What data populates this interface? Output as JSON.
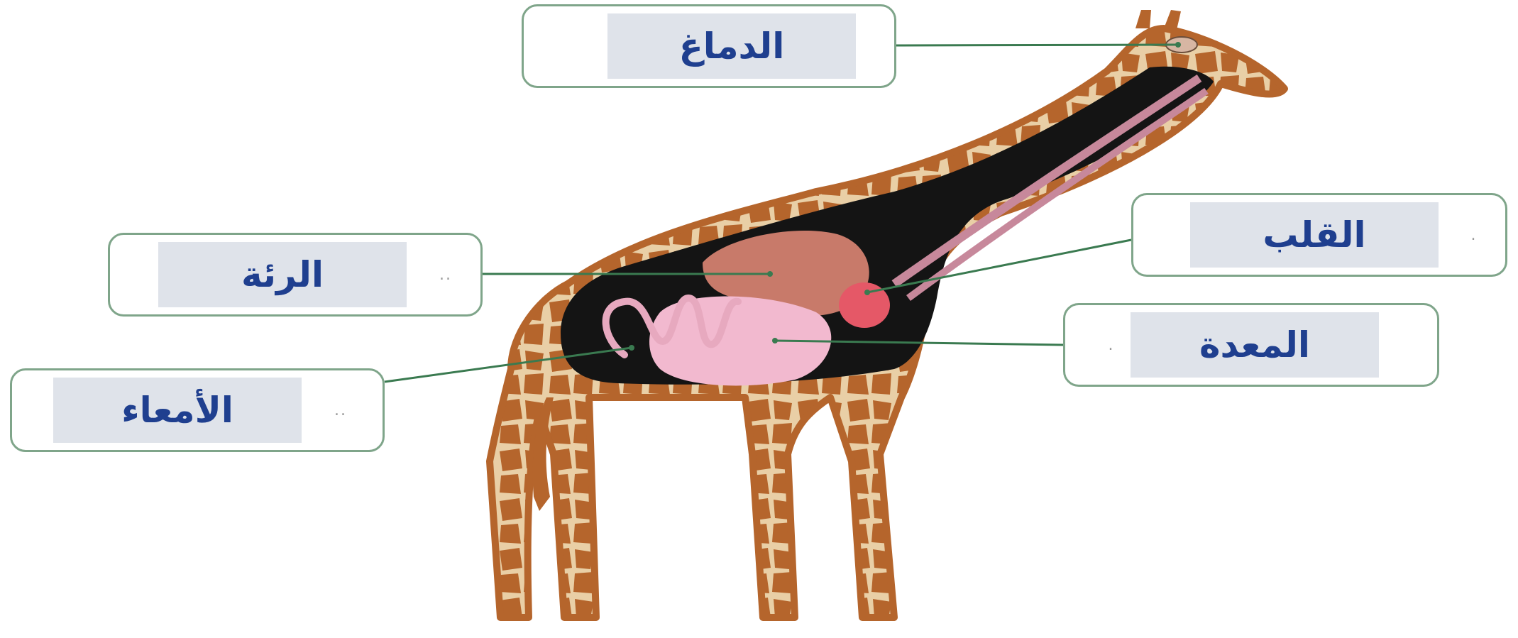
{
  "colors": {
    "giraffe_coat": "#b5652c",
    "giraffe_pattern": "#e9cfa6",
    "body_cavity": "#141414",
    "lung": "#c87a6a",
    "heart": "#e55867",
    "stomach": "#f2b9cf",
    "intestine": "#e7a9bf",
    "label_border": "#7fa58a",
    "label_fill": "#dfe3ea",
    "label_text": "#1f3f8f"
  },
  "labels": {
    "brain": {
      "text": "الدماغ",
      "dots": ".."
    },
    "heart": {
      "text": "القلب",
      "dots": "."
    },
    "lung": {
      "text": "الرئة",
      "dots": ".."
    },
    "stomach": {
      "text": "المعدة",
      "dots": "."
    },
    "intestines": {
      "text": "الأمعاء",
      "dots": ".."
    }
  }
}
